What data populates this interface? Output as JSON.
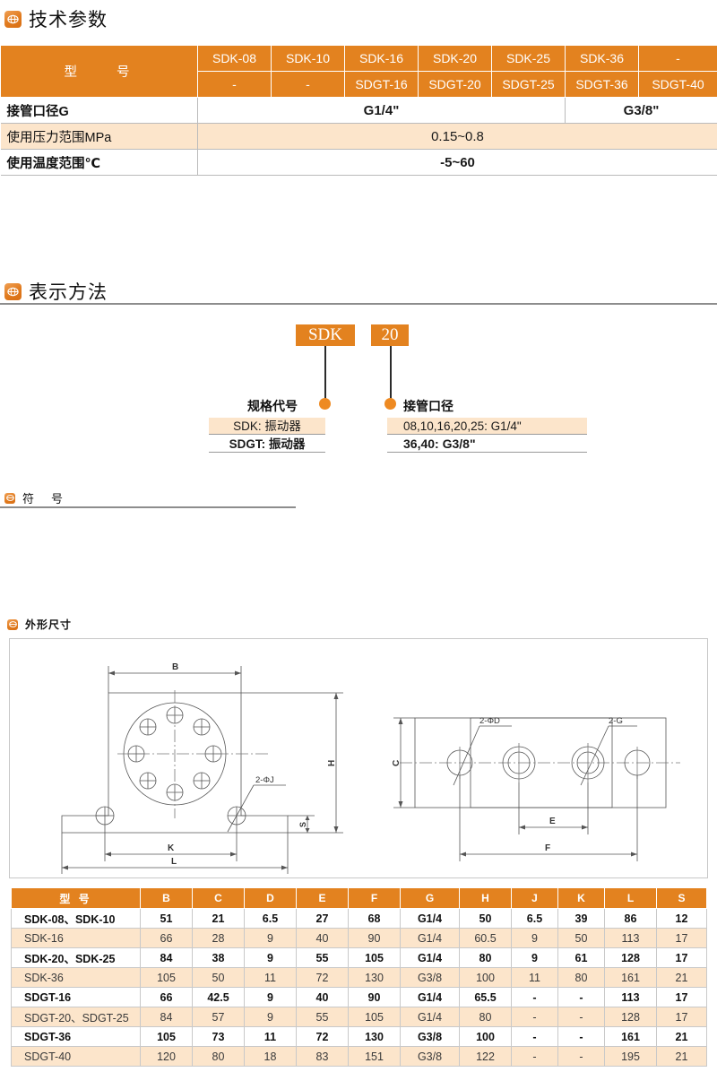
{
  "sections": {
    "tech": "技术参数",
    "notation": "表示方法",
    "symbol": "符　号",
    "dimensions": "外形尺寸"
  },
  "spec_table": {
    "model_label": "型　　号",
    "row_sdk": [
      "SDK-08",
      "SDK-10",
      "SDK-16",
      "SDK-20",
      "SDK-25",
      "SDK-36",
      "-"
    ],
    "row_sdgt": [
      "-",
      "-",
      "SDGT-16",
      "SDGT-20",
      "SDGT-25",
      "SDGT-36",
      "SDGT-40"
    ],
    "rows": [
      {
        "label": "接管口径G",
        "values": [
          "G1/4\"",
          "G3/8\""
        ]
      },
      {
        "label": "使用压力范围MPa",
        "values": [
          "0.15~0.8"
        ]
      },
      {
        "label": "使用温度范围℃",
        "values": [
          "-5~60"
        ]
      }
    ]
  },
  "notation": {
    "box_series": "SDK",
    "box_bore": "20",
    "left_label": "规格代号",
    "left_rows": [
      "SDK: 振动器",
      "SDGT: 振动器"
    ],
    "right_label": "接管口径",
    "right_rows": [
      "08,10,16,20,25: G1/4\"",
      "36,40: G3/8\""
    ]
  },
  "drawing": {
    "front_view": {
      "dims": [
        "B",
        "H",
        "K",
        "L",
        "S"
      ],
      "callout": "2-ΦJ"
    },
    "top_view": {
      "dims": [
        "C",
        "E",
        "F"
      ],
      "callouts": [
        "2-ΦD",
        "2-G"
      ]
    }
  },
  "dim_table": {
    "headers": [
      "型 号",
      "B",
      "C",
      "D",
      "E",
      "F",
      "G",
      "H",
      "J",
      "K",
      "L",
      "S"
    ],
    "rows": [
      {
        "name": "SDK-08、SDK-10",
        "v": [
          "51",
          "21",
          "6.5",
          "27",
          "68",
          "G1/4",
          "50",
          "6.5",
          "39",
          "86",
          "12"
        ]
      },
      {
        "name": "SDK-16",
        "v": [
          "66",
          "28",
          "9",
          "40",
          "90",
          "G1/4",
          "60.5",
          "9",
          "50",
          "113",
          "17"
        ]
      },
      {
        "name": "SDK-20、SDK-25",
        "v": [
          "84",
          "38",
          "9",
          "55",
          "105",
          "G1/4",
          "80",
          "9",
          "61",
          "128",
          "17"
        ]
      },
      {
        "name": "SDK-36",
        "v": [
          "105",
          "50",
          "11",
          "72",
          "130",
          "G3/8",
          "100",
          "11",
          "80",
          "161",
          "21"
        ]
      },
      {
        "name": "SDGT-16",
        "v": [
          "66",
          "42.5",
          "9",
          "40",
          "90",
          "G1/4",
          "65.5",
          "-",
          "-",
          "113",
          "17"
        ]
      },
      {
        "name": "SDGT-20、SDGT-25",
        "v": [
          "84",
          "57",
          "9",
          "55",
          "105",
          "G1/4",
          "80",
          "-",
          "-",
          "128",
          "17"
        ]
      },
      {
        "name": "SDGT-36",
        "v": [
          "105",
          "73",
          "11",
          "72",
          "130",
          "G3/8",
          "100",
          "-",
          "-",
          "161",
          "21"
        ]
      },
      {
        "name": "SDGT-40",
        "v": [
          "120",
          "80",
          "18",
          "83",
          "151",
          "G3/8",
          "122",
          "-",
          "-",
          "195",
          "21"
        ]
      }
    ]
  },
  "colors": {
    "orange": "#E3821F",
    "peach": "#FCE5CB",
    "rule": "#8D8D8D"
  }
}
